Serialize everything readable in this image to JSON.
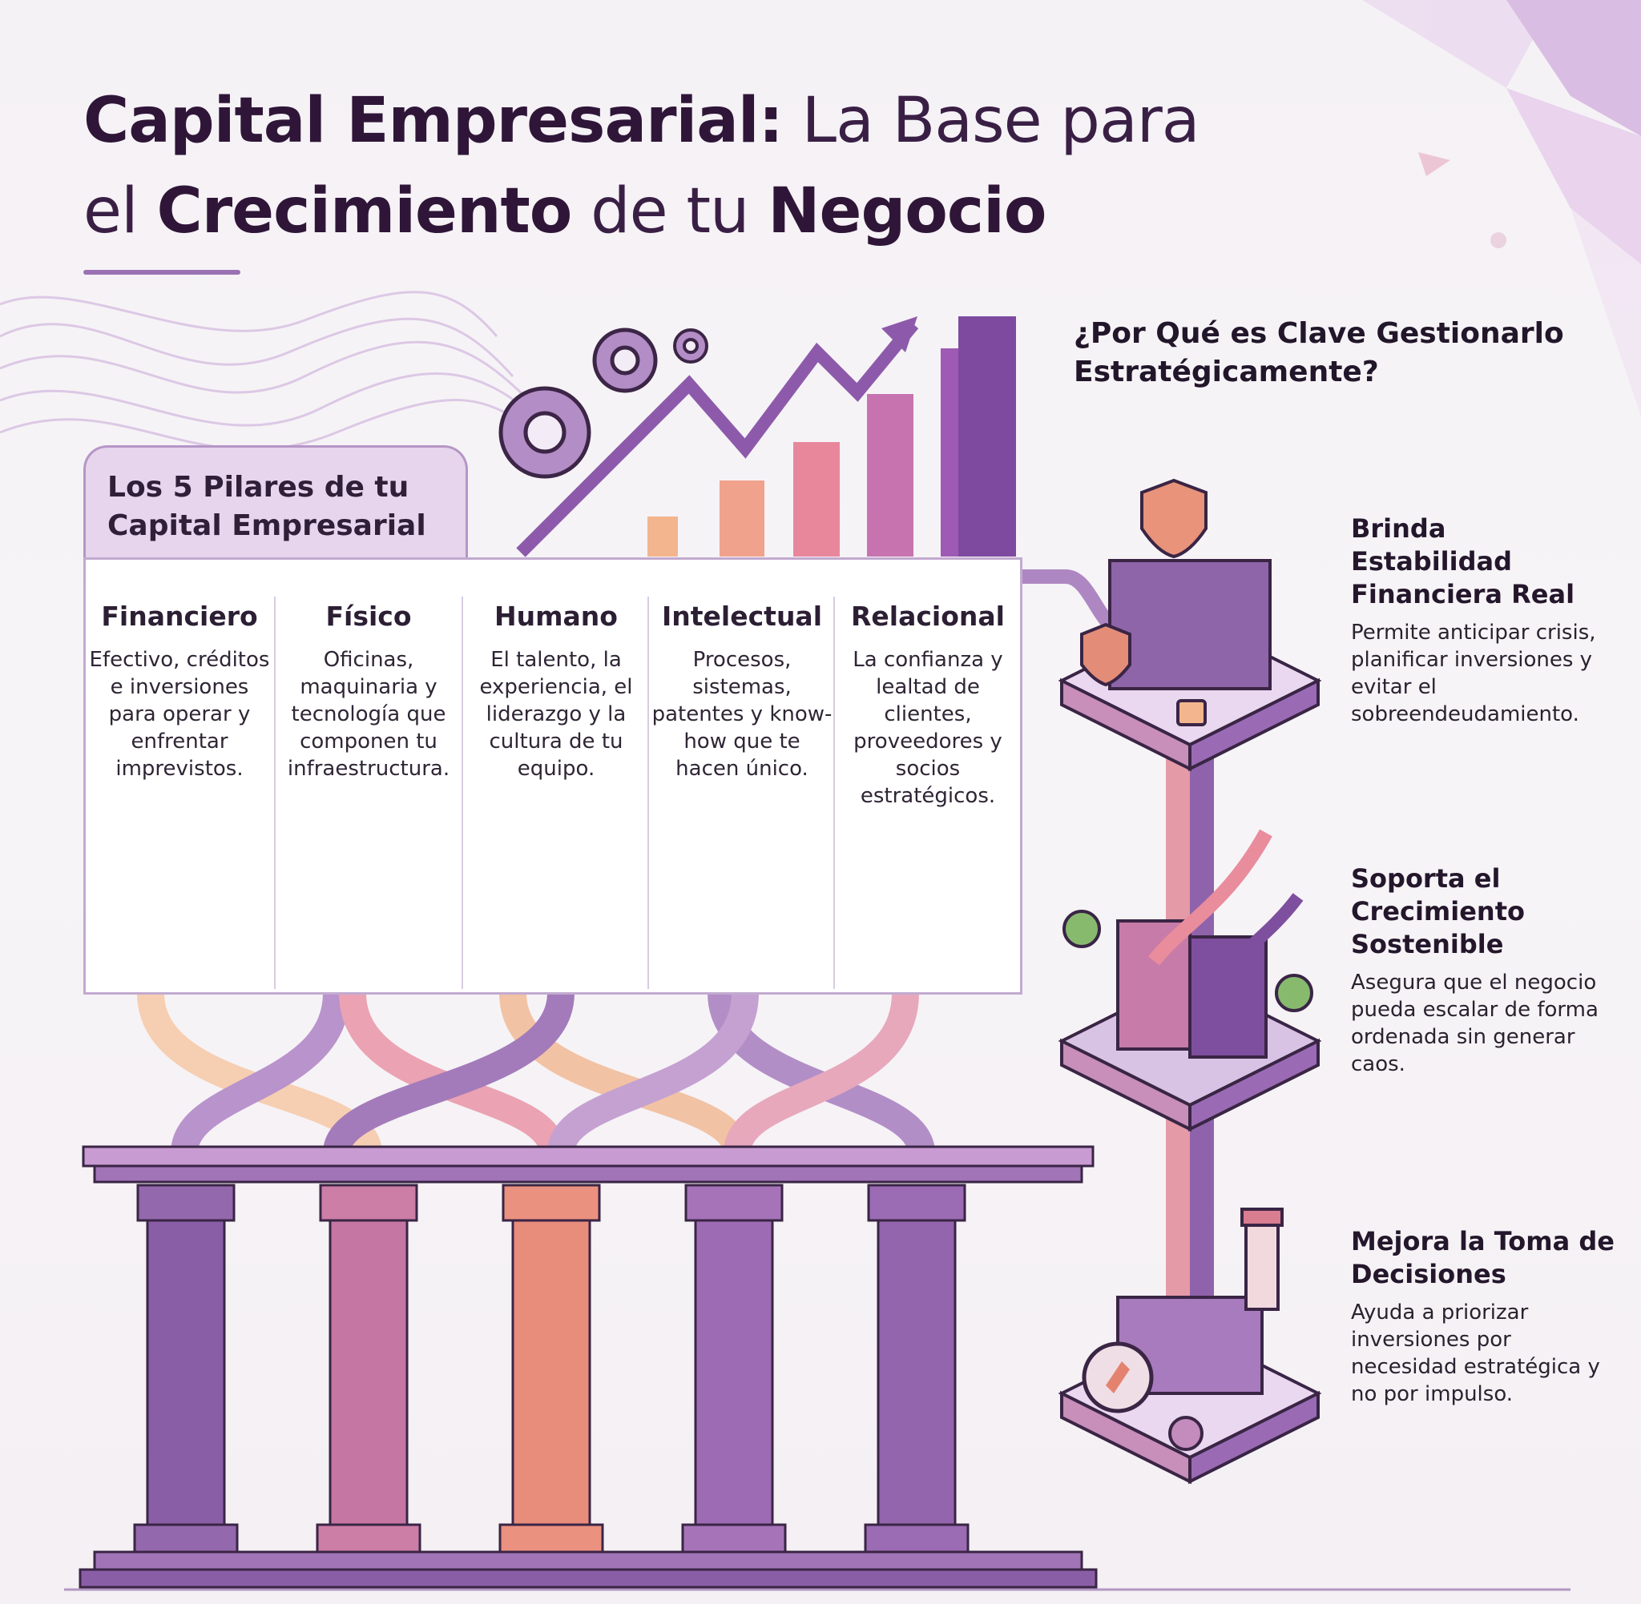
{
  "title": {
    "line1_bold": "Capital Empresarial:",
    "line1_rest": " La Base para",
    "line2_a": "el ",
    "line2_bold1": "Crecimiento",
    "line2_b": " de tu ",
    "line2_bold2": "Negocio"
  },
  "pillars": {
    "heading": "Los 5 Pilares de tu Capital Empresarial",
    "items": [
      {
        "title": "Financiero",
        "description": "Efectivo, créditos e inversiones para operar y enfrentar imprevistos.",
        "icon": "money-growth-icon"
      },
      {
        "title": "Físico",
        "description": "Oficinas, maquinaria y tecnología que componen tu infraestructura.",
        "icon": "building-server-icon"
      },
      {
        "title": "Humano",
        "description": "El talento, la experiencia, el liderazgo y la cultura de tu equipo.",
        "icon": "team-people-icon"
      },
      {
        "title": "Intelectual",
        "description": "Procesos, sistemas, patentes y know-how que te hacen único.",
        "icon": "brain-idea-icon"
      },
      {
        "title": "Relacional",
        "description": "La confianza y lealtad de clientes, proveedores y socios estratégicos.",
        "icon": "handshake-icon"
      }
    ]
  },
  "why": {
    "heading": "¿Por Qué es Clave Gestionarlo Estratégicamente?",
    "benefits": [
      {
        "title": "Brinda Estabilidad Financiera Real",
        "description": "Permite anticipar crisis, planificar inversiones y evitar el sobreendeudamiento.",
        "icon": "fortress-shield-icon"
      },
      {
        "title": "Soporta el Crecimiento Sostenible",
        "description": "Asegura que el negocio pueda escalar de forma ordenada sin generar caos.",
        "icon": "growth-arrows-icon"
      },
      {
        "title": "Mejora la Toma de Decisiones",
        "description": "Ayuda a priorizar inversiones por necesidad estratégica y no por impulso.",
        "icon": "compass-lighthouse-icon"
      }
    ]
  },
  "colors": {
    "dark_purple": "#3a1f45",
    "purple": "#8a5ca8",
    "lavender": "#e6d5ec",
    "pink": "#e08a9e",
    "peach": "#f2b58e"
  }
}
